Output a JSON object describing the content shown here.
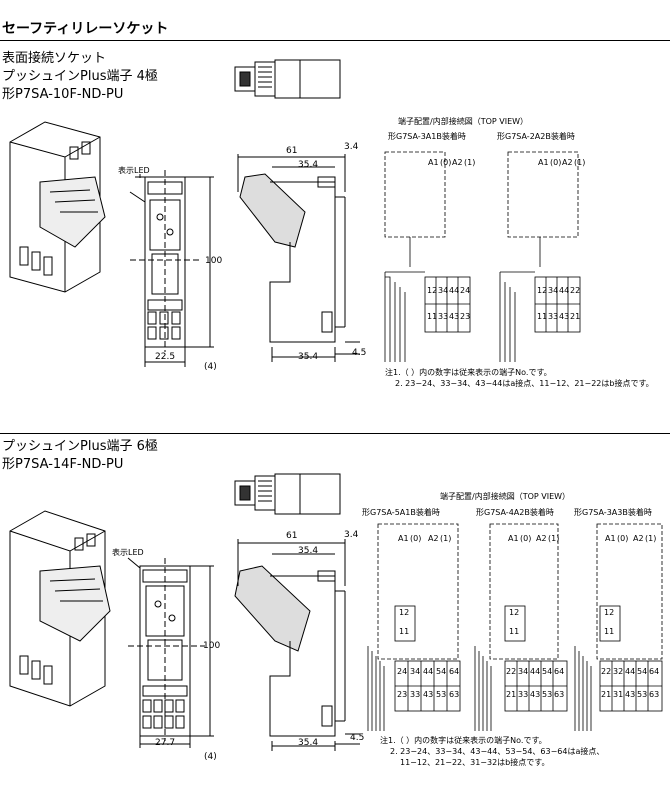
{
  "header": {
    "title": "セーフティリレーソケット"
  },
  "section1": {
    "line1": "表面接続ソケット",
    "line2": "プッシュインPlus端子 4極",
    "line3": "形P7SA-10F-ND-PU",
    "led_label": "表示LED",
    "dims": {
      "w61": "61",
      "w35a": "35.4",
      "t34": "3.4",
      "h100": "100",
      "w225": "22.5",
      "n4": "(4)",
      "w35b": "35.4",
      "t45": "4.5"
    },
    "diagram_title": "端子配置/内部接続図（TOP VIEW）",
    "diagram_a": "形G7SA-3A1B装着時",
    "diagram_b": "形G7SA-2A2B装着時",
    "note1": "注1.（ ）内の数字は従来表示の端子No.です。",
    "note2": "2. 23−24、33−34、43−44はa接点、11−12、21−22はb接点です。",
    "terms_a_top": [
      "12",
      "34",
      "44",
      "24"
    ],
    "terms_a_bot": [
      "11",
      "33",
      "43",
      "23"
    ],
    "terms_b_top": [
      "12",
      "34",
      "44",
      "22"
    ],
    "terms_b_bot": [
      "11",
      "33",
      "43",
      "21"
    ]
  },
  "section2": {
    "line1": "プッシュインPlus端子 6極",
    "line2": "形P7SA-14F-ND-PU",
    "led_label": "表示LED",
    "dims": {
      "w61": "61",
      "w35a": "35.4",
      "t34": "3.4",
      "h100": "100",
      "w277": "27.7",
      "n4": "(4)",
      "w35b": "35.4",
      "t45": "4.5"
    },
    "diagram_title": "端子配置/内部接続図（TOP VIEW）",
    "diagram_a": "形G7SA-5A1B装着時",
    "diagram_b": "形G7SA-4A2B装着時",
    "diagram_c": "形G7SA-3A3B装着時",
    "note1": "注1.（ ）内の数字は従来表示の端子No.です。",
    "note2": "2. 23−24、33−34、43−44、53−54、63−64はa接点、",
    "note3": "11−12、21−22、31−32はb接点です。",
    "terms_a_top": [
      "24",
      "34",
      "44",
      "54",
      "64"
    ],
    "terms_a_bot": [
      "23",
      "33",
      "43",
      "53",
      "63"
    ],
    "terms_b_top": [
      "22",
      "34",
      "44",
      "54",
      "64"
    ],
    "terms_b_bot": [
      "21",
      "33",
      "43",
      "53",
      "63"
    ],
    "terms_c_top": [
      "22",
      "32",
      "44",
      "54",
      "64"
    ],
    "terms_c_bot": [
      "21",
      "31",
      "43",
      "53",
      "63"
    ]
  },
  "common": {
    "a1": "A1",
    "a2": "A2",
    "p0": "(0)",
    "p1": "(1)",
    "t12": "12",
    "t11": "11"
  }
}
